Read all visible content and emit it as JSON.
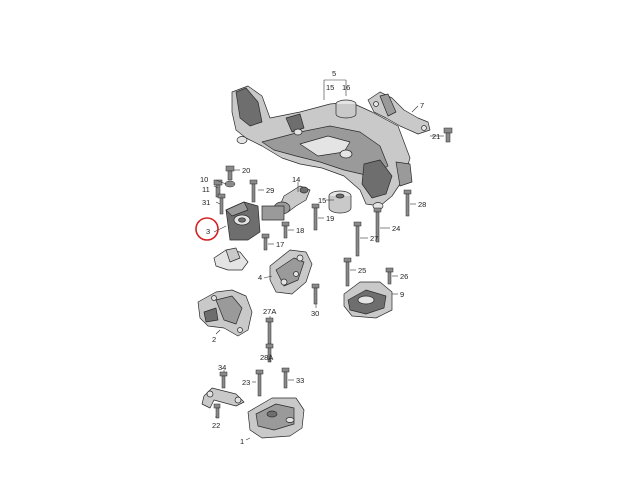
{
  "diagram": {
    "callouts": [
      {
        "id": "c5",
        "text": "5"
      },
      {
        "id": "c15a",
        "text": "15"
      },
      {
        "id": "c16",
        "text": "16"
      },
      {
        "id": "c7",
        "text": "7"
      },
      {
        "id": "c21",
        "text": "21"
      },
      {
        "id": "c10",
        "text": "10"
      },
      {
        "id": "c20",
        "text": "20"
      },
      {
        "id": "c11",
        "text": "11"
      },
      {
        "id": "c29",
        "text": "29"
      },
      {
        "id": "c14",
        "text": "14"
      },
      {
        "id": "c15b",
        "text": "15"
      },
      {
        "id": "c31",
        "text": "31"
      },
      {
        "id": "c19",
        "text": "19"
      },
      {
        "id": "c28",
        "text": "28"
      },
      {
        "id": "c3",
        "text": "3"
      },
      {
        "id": "c18",
        "text": "18"
      },
      {
        "id": "c24",
        "text": "24"
      },
      {
        "id": "c17",
        "text": "17"
      },
      {
        "id": "c27",
        "text": "27"
      },
      {
        "id": "c25",
        "text": "25"
      },
      {
        "id": "c26",
        "text": "26"
      },
      {
        "id": "c4",
        "text": "4"
      },
      {
        "id": "c9",
        "text": "9"
      },
      {
        "id": "c30",
        "text": "30"
      },
      {
        "id": "c27A",
        "text": "27A"
      },
      {
        "id": "c2",
        "text": "2"
      },
      {
        "id": "c28A",
        "text": "28A"
      },
      {
        "id": "c34",
        "text": "34"
      },
      {
        "id": "c23",
        "text": "23"
      },
      {
        "id": "c33",
        "text": "33"
      },
      {
        "id": "c22",
        "text": "22"
      },
      {
        "id": "c1",
        "text": "1"
      }
    ],
    "highlight_color": "#d42020"
  }
}
